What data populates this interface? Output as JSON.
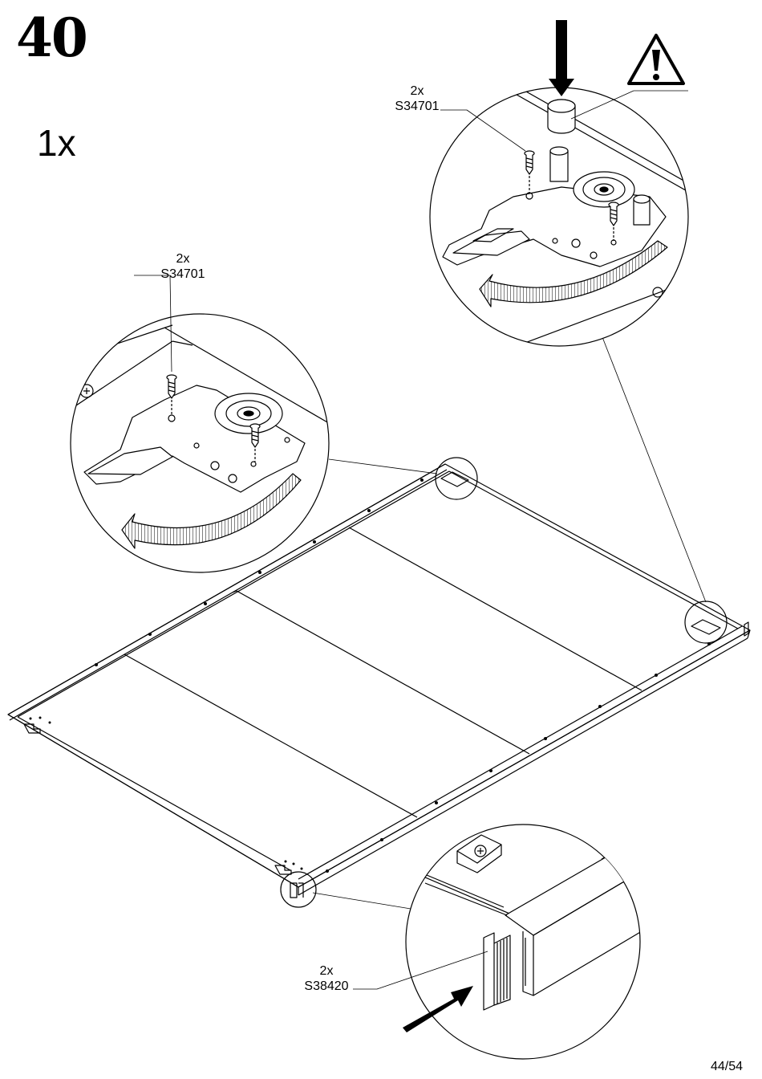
{
  "step": {
    "number": "40",
    "quantity": "1x"
  },
  "callouts": [
    {
      "qty": "2x",
      "code": "S34701"
    },
    {
      "qty": "2x",
      "code": "S34701"
    },
    {
      "qty": "2x",
      "code": "S38420"
    }
  ],
  "icons": {
    "warning": "warning-triangle-icon",
    "push_arrow": "down-arrow-icon",
    "rotate_arrow": "rotate-arrow-icon",
    "insert_arrow": "insert-arrow-icon"
  },
  "footer": {
    "page": "44/54"
  }
}
